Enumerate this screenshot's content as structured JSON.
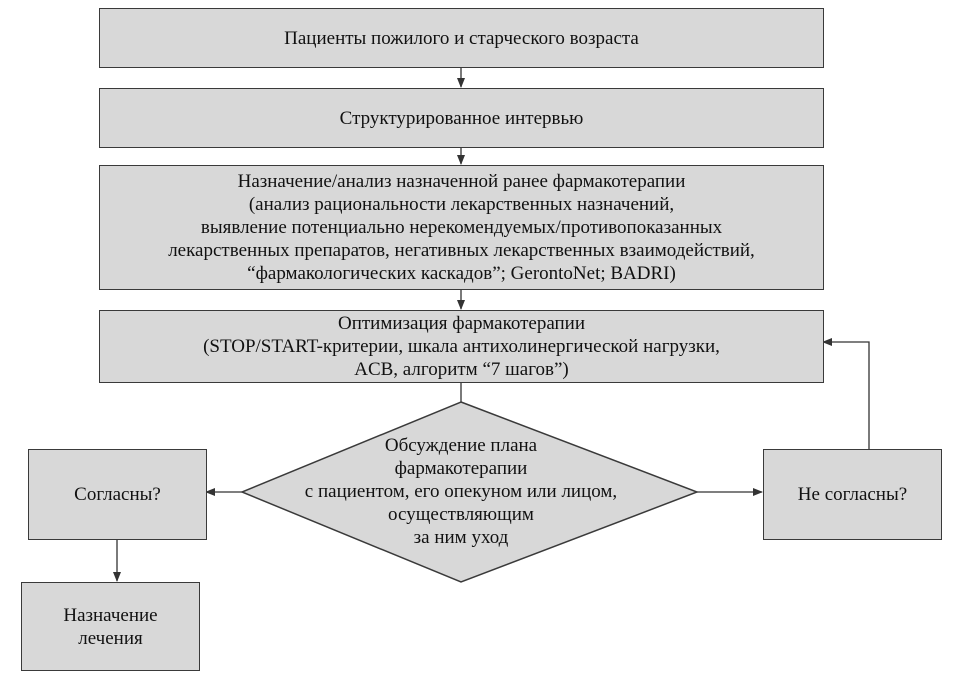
{
  "nodes": {
    "patients": {
      "text": "Пациенты пожилого и старческого возраста"
    },
    "interview": {
      "text": "Структурированное интервью"
    },
    "analysis": {
      "lines": [
        "Назначение/анализ назначенной ранее фармакотерапии",
        "(анализ рациональности лекарственных назначений,",
        "выявление потенциально нерекомендуемых/противопоказанных",
        "лекарственных препаратов, негативных лекарственных взаимодействий,",
        "“фармакологических каскадов”; GerontoNet; BADRI)"
      ]
    },
    "optimization": {
      "lines": [
        "Оптимизация фармакотерапии",
        "(STOP/START-критерии, шкала антихолинергической нагрузки,",
        "ACB, алгоритм “7 шагов”)"
      ]
    },
    "discussion": {
      "lines": [
        "Обсуждение плана",
        "фармакотерапии",
        "с пациентом, его опекуном или лицом,",
        "осуществляющим",
        "за ним уход"
      ]
    },
    "agree": {
      "text": "Согласны?"
    },
    "disagree": {
      "text": "Не согласны?"
    },
    "treatment": {
      "lines": [
        "Назначение",
        "лечения"
      ]
    }
  },
  "colors": {
    "box_fill": "#d8d8d8",
    "border": "#3a3a3a",
    "arrow": "#333333"
  }
}
